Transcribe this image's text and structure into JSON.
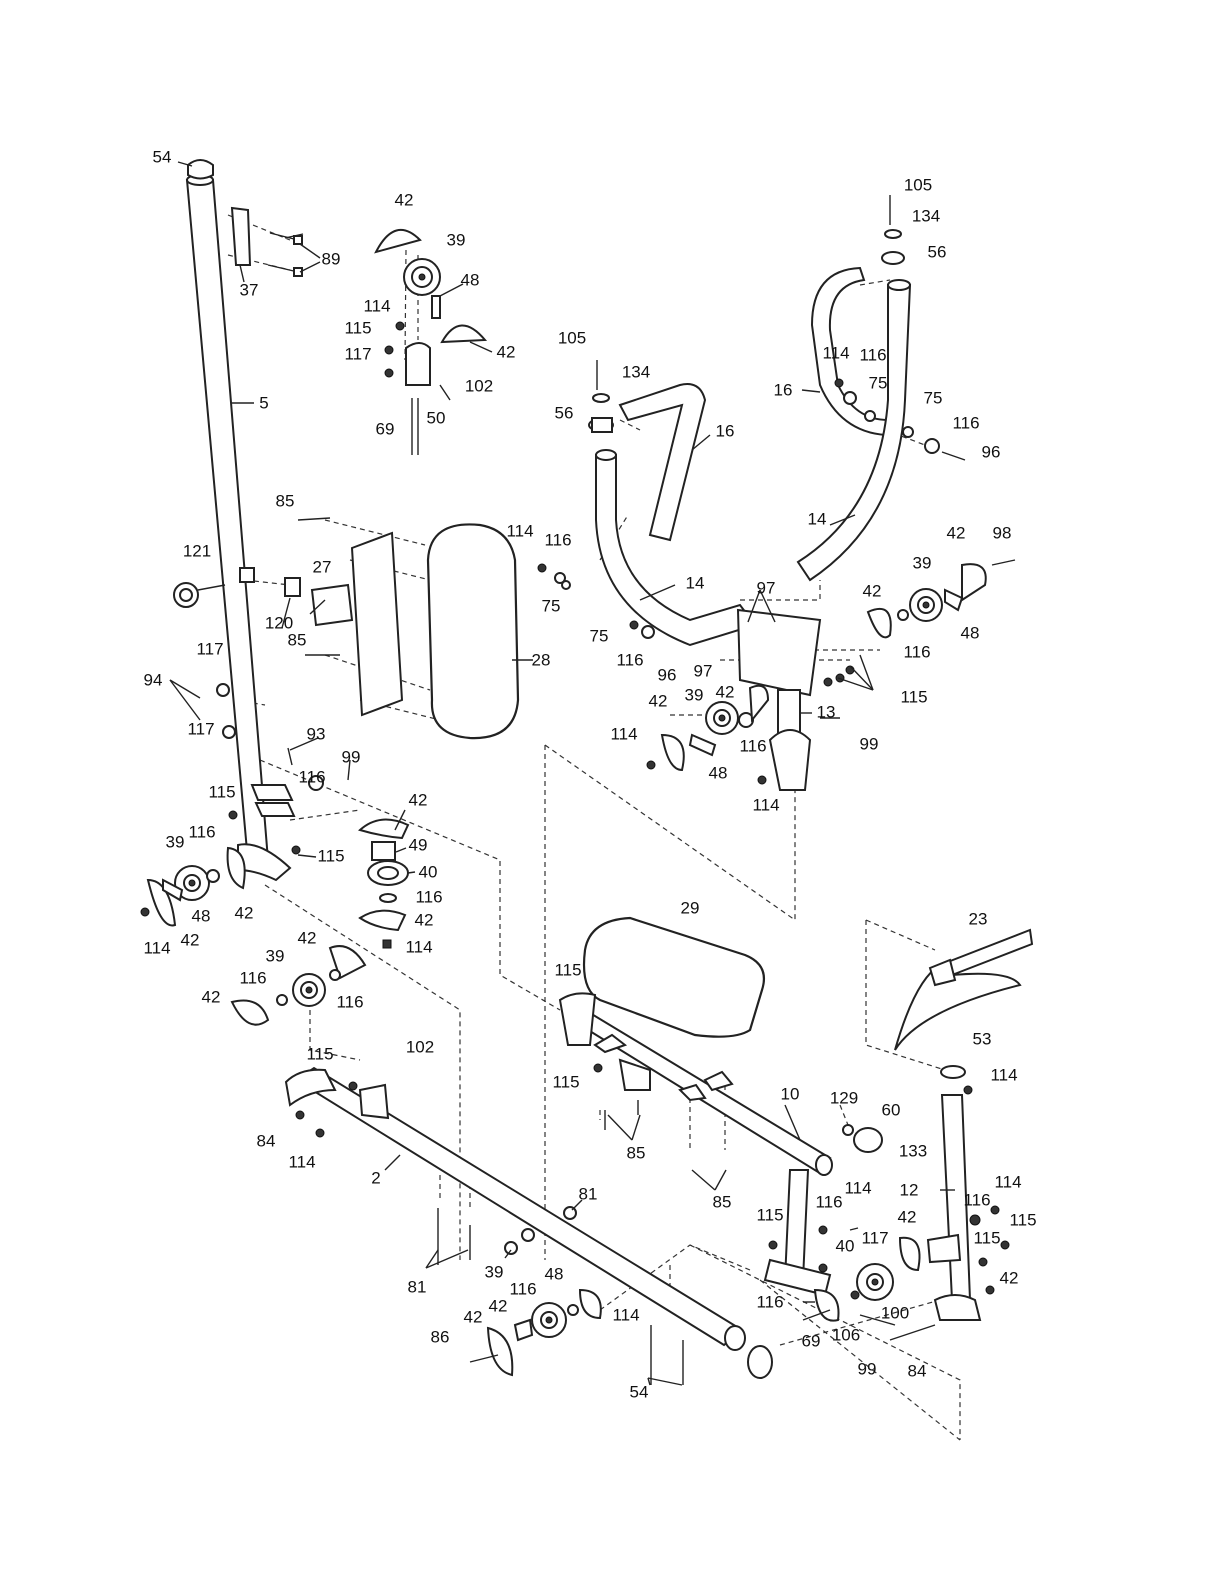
{
  "labels": [
    {
      "id": "p54a",
      "text": "54"
    },
    {
      "id": "p89",
      "text": "89"
    },
    {
      "id": "p37",
      "text": "37"
    },
    {
      "id": "p5",
      "text": "5"
    },
    {
      "id": "p42a",
      "text": "42"
    },
    {
      "id": "p39a",
      "text": "39"
    },
    {
      "id": "p48a",
      "text": "48"
    },
    {
      "id": "p42b",
      "text": "42"
    },
    {
      "id": "p114a",
      "text": "114"
    },
    {
      "id": "p115a",
      "text": "115"
    },
    {
      "id": "p117a",
      "text": "117"
    },
    {
      "id": "p102a",
      "text": "102"
    },
    {
      "id": "p50",
      "text": "50"
    },
    {
      "id": "p69a",
      "text": "69"
    },
    {
      "id": "p105a",
      "text": "105"
    },
    {
      "id": "p134a",
      "text": "134"
    },
    {
      "id": "p56a",
      "text": "56"
    },
    {
      "id": "p16a",
      "text": "16"
    },
    {
      "id": "p105b",
      "text": "105"
    },
    {
      "id": "p134b",
      "text": "134"
    },
    {
      "id": "p56b",
      "text": "56"
    },
    {
      "id": "p16b",
      "text": "16"
    },
    {
      "id": "p114b",
      "text": "114"
    },
    {
      "id": "p116a",
      "text": "116"
    },
    {
      "id": "p75a",
      "text": "75"
    },
    {
      "id": "p75b",
      "text": "75"
    },
    {
      "id": "p116b",
      "text": "116"
    },
    {
      "id": "p96a",
      "text": "96"
    },
    {
      "id": "p14a",
      "text": "14"
    },
    {
      "id": "p85a",
      "text": "85"
    },
    {
      "id": "p121",
      "text": "121"
    },
    {
      "id": "p27",
      "text": "27"
    },
    {
      "id": "p120",
      "text": "120"
    },
    {
      "id": "p85b",
      "text": "85"
    },
    {
      "id": "p28",
      "text": "28"
    },
    {
      "id": "p114c",
      "text": "114"
    },
    {
      "id": "p116c",
      "text": "116"
    },
    {
      "id": "p75c",
      "text": "75"
    },
    {
      "id": "p14b",
      "text": "14"
    },
    {
      "id": "p97a",
      "text": "97"
    },
    {
      "id": "p75d",
      "text": "75"
    },
    {
      "id": "p116d",
      "text": "116"
    },
    {
      "id": "p96b",
      "text": "96"
    },
    {
      "id": "p97b",
      "text": "97"
    },
    {
      "id": "p42c",
      "text": "42"
    },
    {
      "id": "p98",
      "text": "98"
    },
    {
      "id": "p39b",
      "text": "39"
    },
    {
      "id": "p42d",
      "text": "42"
    },
    {
      "id": "p116e",
      "text": "116"
    },
    {
      "id": "p48b",
      "text": "48"
    },
    {
      "id": "p115b",
      "text": "115"
    },
    {
      "id": "p117b",
      "text": "117"
    },
    {
      "id": "p94",
      "text": "94"
    },
    {
      "id": "p117c",
      "text": "117"
    },
    {
      "id": "p93",
      "text": "93"
    },
    {
      "id": "p99a",
      "text": "99"
    },
    {
      "id": "p42e",
      "text": "42"
    },
    {
      "id": "p39c",
      "text": "39"
    },
    {
      "id": "p42f",
      "text": "42"
    },
    {
      "id": "p114d",
      "text": "114"
    },
    {
      "id": "p116f",
      "text": "116"
    },
    {
      "id": "p13",
      "text": "13"
    },
    {
      "id": "p48c",
      "text": "48"
    },
    {
      "id": "p99b",
      "text": "99"
    },
    {
      "id": "p114e",
      "text": "114"
    },
    {
      "id": "p115c",
      "text": "115"
    },
    {
      "id": "p116g",
      "text": "116"
    },
    {
      "id": "p42g",
      "text": "42"
    },
    {
      "id": "p39d",
      "text": "39"
    },
    {
      "id": "p116h",
      "text": "116"
    },
    {
      "id": "p115d",
      "text": "115"
    },
    {
      "id": "p49",
      "text": "49"
    },
    {
      "id": "p40a",
      "text": "40"
    },
    {
      "id": "p116i",
      "text": "116"
    },
    {
      "id": "p48d",
      "text": "48"
    },
    {
      "id": "p42h",
      "text": "42"
    },
    {
      "id": "p114f",
      "text": "114"
    },
    {
      "id": "p42i",
      "text": "42"
    },
    {
      "id": "p42j",
      "text": "42"
    },
    {
      "id": "p114g",
      "text": "114"
    },
    {
      "id": "p29",
      "text": "29"
    },
    {
      "id": "p23",
      "text": "23"
    },
    {
      "id": "p39e",
      "text": "39"
    },
    {
      "id": "p42k",
      "text": "42"
    },
    {
      "id": "p116j",
      "text": "116"
    },
    {
      "id": "p42l",
      "text": "42"
    },
    {
      "id": "p116k",
      "text": "116"
    },
    {
      "id": "p115e",
      "text": "115"
    },
    {
      "id": "p115f",
      "text": "115"
    },
    {
      "id": "p102b",
      "text": "102"
    },
    {
      "id": "p53",
      "text": "53"
    },
    {
      "id": "p114h",
      "text": "114"
    },
    {
      "id": "p10",
      "text": "10"
    },
    {
      "id": "p129",
      "text": "129"
    },
    {
      "id": "p60",
      "text": "60"
    },
    {
      "id": "p115g",
      "text": "115"
    },
    {
      "id": "p114i",
      "text": "114"
    },
    {
      "id": "p133",
      "text": "133"
    },
    {
      "id": "p85c",
      "text": "85"
    },
    {
      "id": "p85d",
      "text": "85"
    },
    {
      "id": "p2",
      "text": "2"
    },
    {
      "id": "p81a",
      "text": "81"
    },
    {
      "id": "p12",
      "text": "12"
    },
    {
      "id": "p116l",
      "text": "116"
    },
    {
      "id": "p114j",
      "text": "114"
    },
    {
      "id": "p116m",
      "text": "116"
    },
    {
      "id": "p114k",
      "text": "114"
    },
    {
      "id": "p115h",
      "text": "115"
    },
    {
      "id": "p42m",
      "text": "42"
    },
    {
      "id": "p115i",
      "text": "115"
    },
    {
      "id": "p40b",
      "text": "40"
    },
    {
      "id": "p117d",
      "text": "117"
    },
    {
      "id": "p115j",
      "text": "115"
    },
    {
      "id": "p84a",
      "text": "84"
    },
    {
      "id": "p81b",
      "text": "81"
    },
    {
      "id": "p39f",
      "text": "39"
    },
    {
      "id": "p116n",
      "text": "116"
    },
    {
      "id": "p48e",
      "text": "48"
    },
    {
      "id": "p42n",
      "text": "42"
    },
    {
      "id": "p42o",
      "text": "42"
    },
    {
      "id": "p114l",
      "text": "114"
    },
    {
      "id": "p42p",
      "text": "42"
    },
    {
      "id": "p116o",
      "text": "116"
    },
    {
      "id": "p100",
      "text": "100"
    },
    {
      "id": "p69b",
      "text": "69"
    },
    {
      "id": "p106",
      "text": "106"
    },
    {
      "id": "p86",
      "text": "86"
    },
    {
      "id": "p99c",
      "text": "99"
    },
    {
      "id": "p84b",
      "text": "84"
    },
    {
      "id": "p54b",
      "text": "54"
    }
  ]
}
